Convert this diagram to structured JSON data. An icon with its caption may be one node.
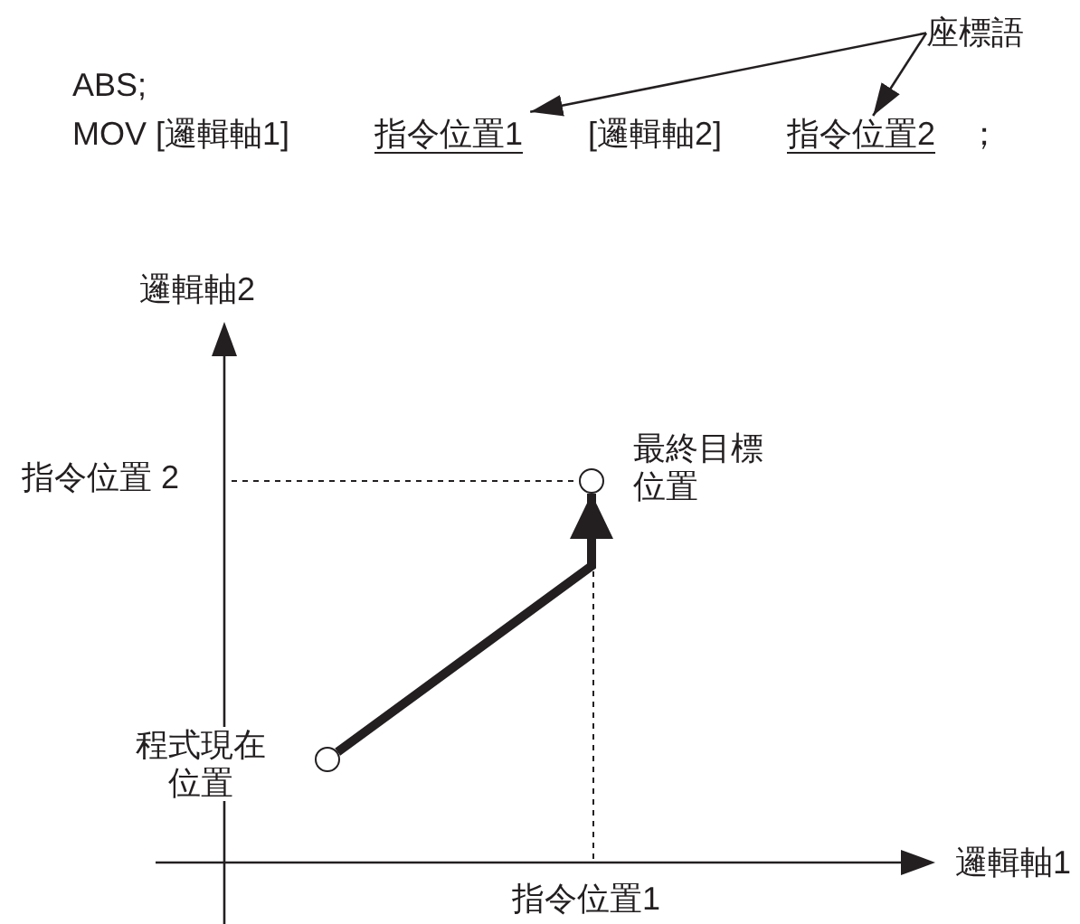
{
  "diagram": {
    "nodes": [
      {
        "text": [
          "座標語"
        ]
      },
      {
        "text": [
          "指令位置1"
        ]
      },
      {
        "text": [
          "指令位置2"
        ]
      },
      {
        "text": [],
        "shape": "circle",
        "beside": [
          "程式現在位置"
        ]
      },
      {
        "text": [],
        "shape": "circle",
        "beside": [
          "最終目標位置"
        ]
      }
    ],
    "edges": [
      {
        "from": 0,
        "to": 1,
        "arrow": "to"
      },
      {
        "from": 0,
        "to": 2,
        "arrow": "to"
      },
      {
        "from": 3,
        "to": 4,
        "arrow": "to",
        "style": "thick"
      }
    ],
    "labels": [
      "ABS;",
      "MOV [邏輯軸1]",
      "[邏輯軸2]",
      "；",
      "邏輯軸2",
      "指令位置 2",
      "邏輯軸1",
      "指令位置1"
    ]
  }
}
